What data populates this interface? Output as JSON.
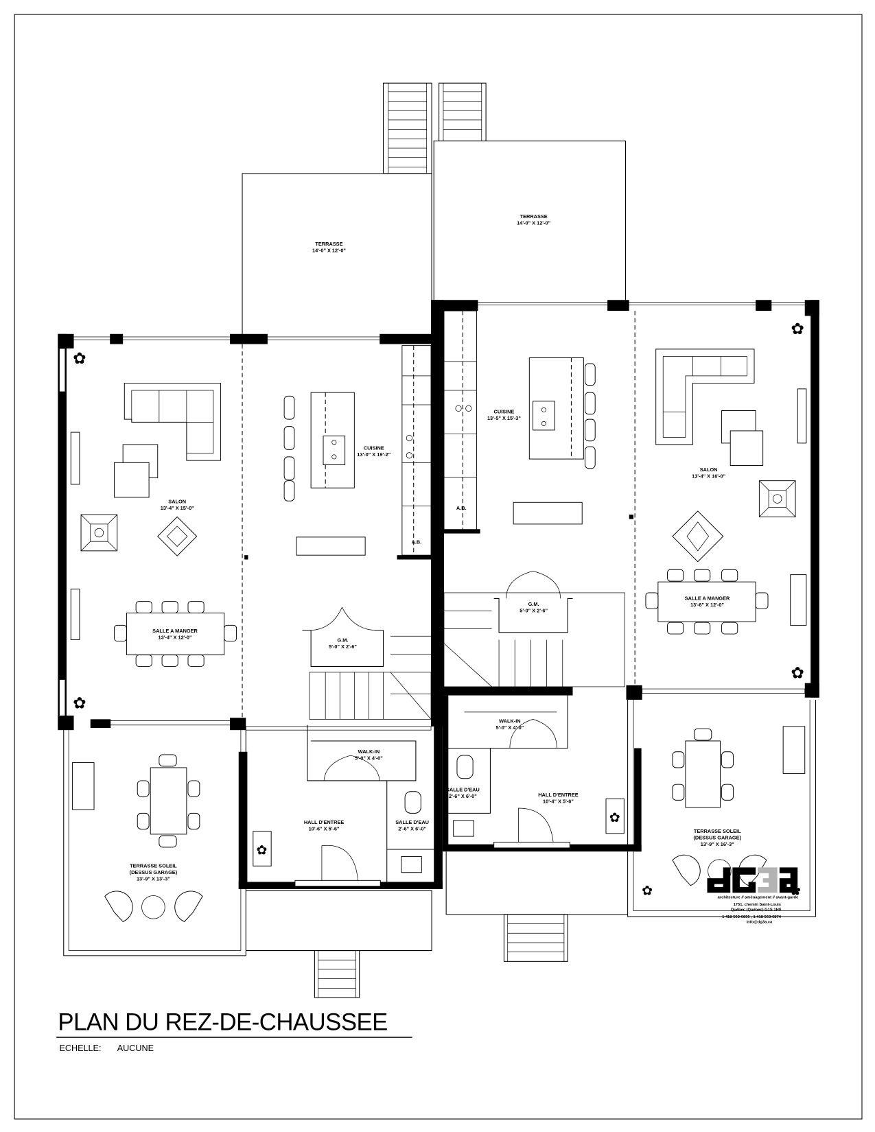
{
  "drawing": {
    "title": "PLAN DU REZ-DE-CHAUSSEE",
    "scale_label": "ECHELLE:",
    "scale_value": "AUCUNE"
  },
  "left_unit": {
    "terrasse": {
      "name": "TERRASSE",
      "dims": "14'-0\" X 12'-0\""
    },
    "cuisine": {
      "name": "CUISINE",
      "dims": "13'-0\" X 19'-2\""
    },
    "salon": {
      "name": "SALON",
      "dims": "13'-4\" X 15'-0\""
    },
    "salle_a_manger": {
      "name": "SALLE A MANGER",
      "dims": "13'-4\" X 12'-0\""
    },
    "gm": {
      "name": "G.M.",
      "dims": "5'-0\" X 2'-6\""
    },
    "walk_in": {
      "name": "WALK-IN",
      "dims": "5'-0\" X 4'-0\""
    },
    "hall": {
      "name": "HALL D'ENTREE",
      "dims": "10'-6\" X 5'-6\""
    },
    "salle_deau": {
      "name": "SALLE D'EAU",
      "dims": "2'-6\" X 6'-0\""
    },
    "terrasse_soleil": {
      "name": "TERRASSE SOLEIL",
      "note": "(DESSUS GARAGE)",
      "dims": "13'-9\" X 13'-3\""
    },
    "ab": "A.B."
  },
  "right_unit": {
    "terrasse": {
      "name": "TERRASSE",
      "dims": "14'-0\" X 12'-0\""
    },
    "cuisine": {
      "name": "CUISINE",
      "dims": "13'-5\" X 15'-3\""
    },
    "salon": {
      "name": "SALON",
      "dims": "13'-4\" X 16'-0\""
    },
    "salle_a_manger": {
      "name": "SALLE A MANGER",
      "dims": "13'-6\" X 12'-0\""
    },
    "gm": {
      "name": "G.M.",
      "dims": "5'-0\" X 2'-6\""
    },
    "walk_in": {
      "name": "WALK-IN",
      "dims": "5'-0\" X 4'-0\""
    },
    "hall": {
      "name": "HALL D'ENTREE",
      "dims": "10'-4\" X 5'-6\""
    },
    "salle_deau": {
      "name": "SALLE D'EAU",
      "dims": "2'-6\" X 6'-0\""
    },
    "terrasse_soleil": {
      "name": "TERRASSE SOLEIL",
      "note": "(DESSUS GARAGE)",
      "dims": "13'-9\" X 16'-3\""
    },
    "ab": "A.B."
  },
  "logo": {
    "wordmark": "dG3a",
    "tagline": "architecture // aménagement // avant-garde",
    "address_1": "1751, chemin Saint-Louis",
    "address_2": "Québec (Québec)  G1S 1H9",
    "phone": "1 418 563-6856 , 1 418 563-6874",
    "email": "info@dg3a.ca",
    "colors": {
      "dark": "#000000",
      "accent": "#b3b3b3"
    }
  }
}
